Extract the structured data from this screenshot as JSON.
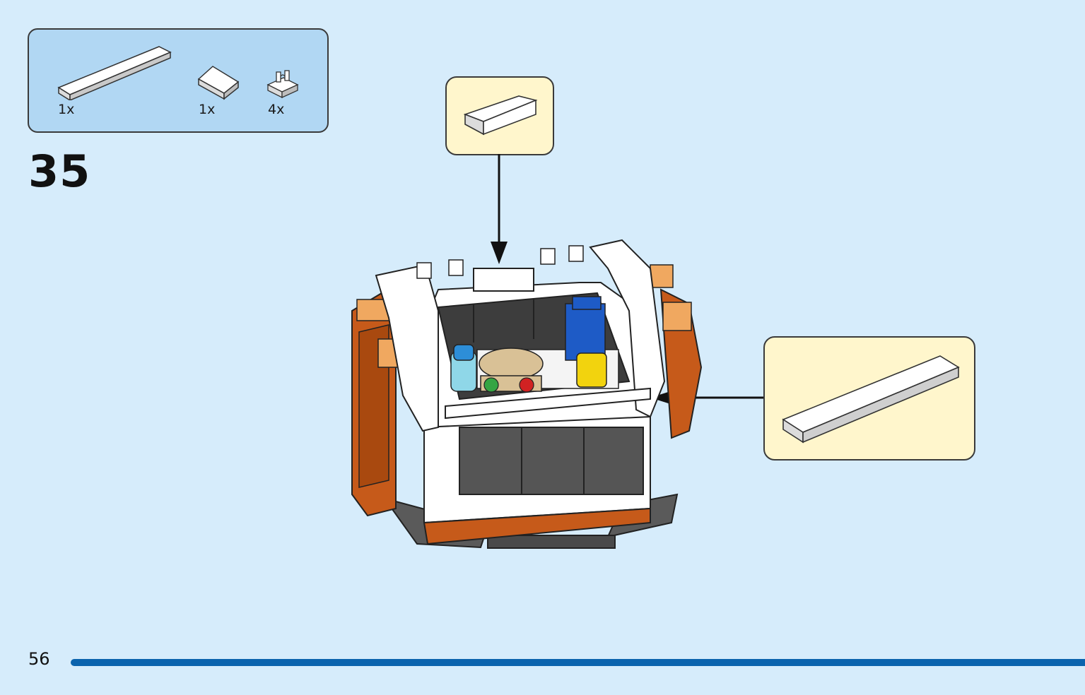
{
  "step": {
    "number": "35"
  },
  "parts": [
    {
      "icon": "long-white-tile-icon",
      "quantity": "1x"
    },
    {
      "icon": "white-slope-tile-icon",
      "quantity": "1x"
    },
    {
      "icon": "white-clip-plate-icon",
      "quantity": "4x"
    }
  ],
  "callouts": [
    {
      "icon": "white-slope-tile-icon"
    },
    {
      "icon": "long-white-tile-icon"
    }
  ],
  "page": {
    "number": "56",
    "progress": 1.0
  },
  "colors": {
    "background": "#d6ecfb",
    "parts_box": "#b1d7f3",
    "callout": "#fff6cc",
    "progress_bar": "#0a63ad",
    "brick_orange": "#c65a1a",
    "brick_white": "#ffffff",
    "brick_dark_gray": "#5a5a5a"
  }
}
